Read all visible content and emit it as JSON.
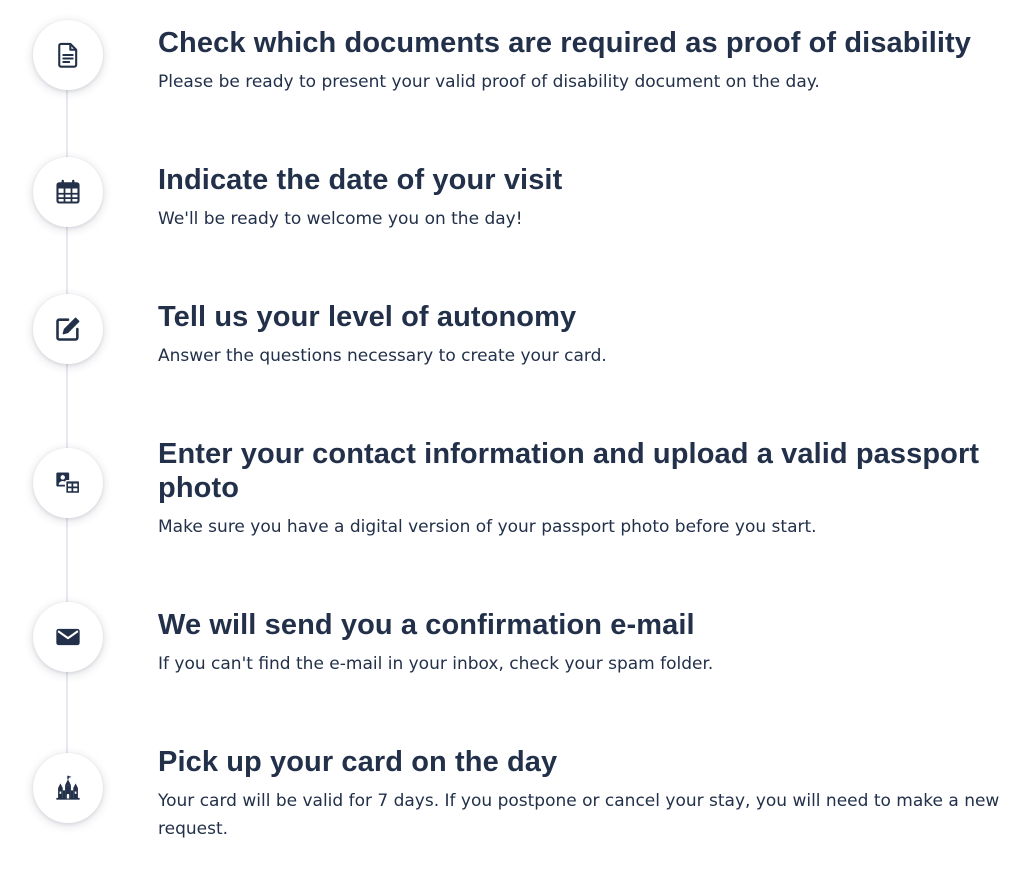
{
  "steps": [
    {
      "icon": "document-icon",
      "title": "Check which documents are required as proof of disability",
      "description": "Please be ready to present your valid proof of disability document on the day."
    },
    {
      "icon": "calendar-icon",
      "title": "Indicate the date of your visit",
      "description": "We'll be ready to welcome you on the day!"
    },
    {
      "icon": "edit-form-icon",
      "title": "Tell us your level of autonomy",
      "description": "Answer the questions necessary to create your card."
    },
    {
      "icon": "id-photo-icon",
      "title": "Enter your contact information and upload a valid passport photo",
      "description": "Make sure you have a digital version of your passport photo before you start."
    },
    {
      "icon": "envelope-icon",
      "title": "We will send you a confirmation e-mail",
      "description": "If you can't find the e-mail in your inbox, check your spam folder."
    },
    {
      "icon": "castle-icon",
      "title": "Pick up your card on the day",
      "description": "Your card will be valid for 7 days. If you postpone or cancel your stay, you will need to make a new request."
    }
  ],
  "colors": {
    "text": "#22304a",
    "icon": "#22304a",
    "timeline": "#e7e9ee"
  }
}
